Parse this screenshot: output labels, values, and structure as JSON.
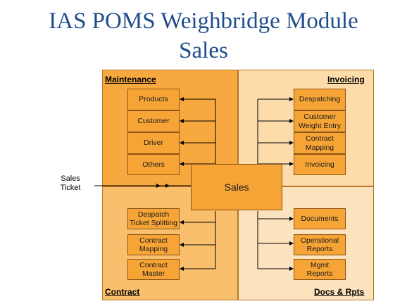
{
  "title": {
    "line1": "IAS POMS Weighbridge Module",
    "line2": "Sales"
  },
  "quadrants": {
    "maintenance": {
      "label": "Maintenance",
      "items": [
        "Products",
        "Customer",
        "Driver",
        "Others"
      ]
    },
    "invoicing": {
      "label": "Invoicing",
      "items": [
        "Despatching",
        "Customer\nWeight Entry",
        "Contract\nMapping",
        "Invoicing"
      ]
    },
    "contract": {
      "label": "Contract",
      "items": [
        "Despatch\nTicket Splitting",
        "Contract\nMapping",
        "Contract\nMaster"
      ]
    },
    "docs": {
      "label": "Docs & Rpts",
      "items": [
        "Documents",
        "Operational\nReports",
        "Mgmt\nReports"
      ]
    }
  },
  "center": {
    "label": "Sales"
  },
  "input": {
    "label": "Sales\nTicket"
  },
  "colors": {
    "maintenance_bg": "#f7a93f",
    "contract_bg": "#f9bf6c",
    "invoicing_bg": "#fddcaa",
    "docs_bg": "#fde3bd",
    "box_fill": "#f7a436",
    "title_color": "#1f4e8c"
  }
}
